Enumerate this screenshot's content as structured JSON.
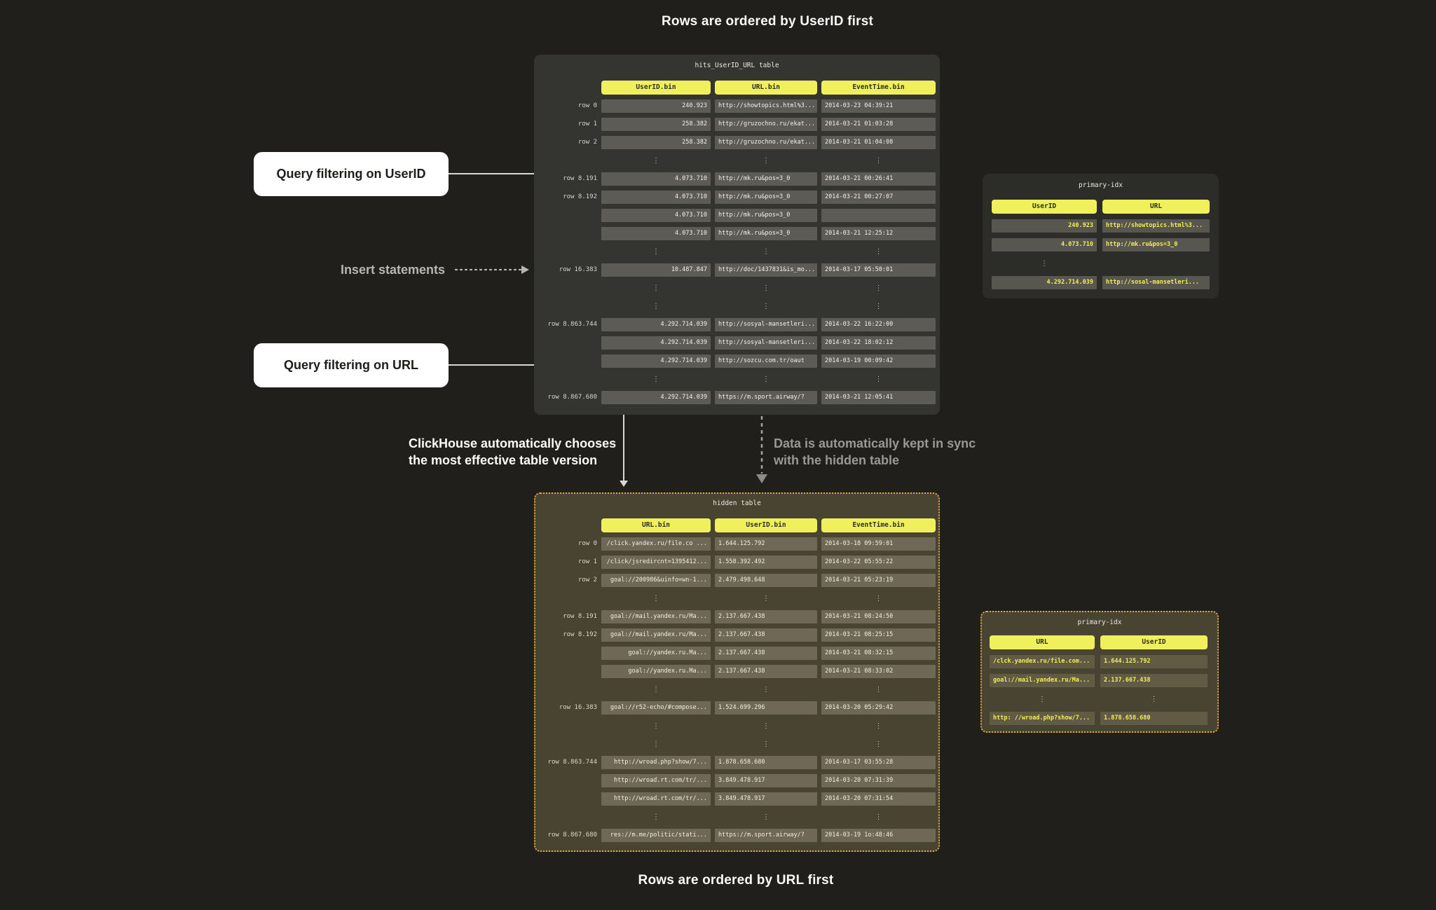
{
  "captions": {
    "top": "Rows are ordered by UserID first",
    "bottom": "Rows are ordered by URL first"
  },
  "labels": {
    "query_filtering_userid": "Query filtering on UserID",
    "query_filtering_url": "Query filtering on URL",
    "insert_statements": "Insert statements",
    "auto_line1": "ClickHouse automatically chooses",
    "auto_line2": "the most effective table version",
    "sync_line1": "Data is automatically kept in sync",
    "sync_line2": "with the hidden table"
  },
  "colors": {
    "background": "#211f1c",
    "panel_dark": "#343431",
    "panel_olive": "#494332",
    "cell_dark": "#5c5b56",
    "cell_olive": "#6f6857",
    "cell_idx_dark": "#57564f",
    "cell_idx_olive": "#615b46",
    "header_yellow": "#eff05c",
    "value_yellow": "#f1ee55",
    "dotted_border": "#dfa63c",
    "callout_bg": "#ffffff"
  },
  "tables": {
    "main": {
      "title": "hits_UserID_URL table",
      "columns": [
        "UserID.bin",
        "URL.bin",
        "EventTime.bin"
      ],
      "rows": [
        {
          "label": "row 0",
          "cells": [
            "240.923",
            "http://showtopics.html%3...",
            "2014-03-23 04:39:21"
          ]
        },
        {
          "label": "row 1",
          "cells": [
            "258.382",
            "http://gruzochno.ru/ekat...",
            "2014-03-21 01:03:28"
          ]
        },
        {
          "label": "row 2",
          "cells": [
            "258.382",
            "http://gruzochno.ru/ekat...",
            "2014-03-21 01:04:08"
          ]
        },
        {
          "type": "dots",
          "cells": [
            "⋮",
            "⋮",
            "⋮"
          ]
        },
        {
          "label": "row 8.191",
          "cells": [
            "4.073.710",
            "http://mk.ru&pos=3_0",
            "2014-03-21 00:26:41"
          ]
        },
        {
          "label": "row 8.192",
          "cells": [
            "4.073.710",
            "http://mk.ru&pos=3_0",
            "2014-03-21 00:27:07"
          ]
        },
        {
          "label": "",
          "cells": [
            "4.073.710",
            "http://mk.ru&pos=3_0",
            ""
          ]
        },
        {
          "label": "",
          "cells": [
            "4.073.710",
            "http://mk.ru&pos=3_0",
            "2014-03-21 12:25:12"
          ]
        },
        {
          "type": "dots",
          "cells": [
            "⋮",
            "⋮",
            "⋮"
          ]
        },
        {
          "label": "row 16.383",
          "cells": [
            "10.487.847",
            "http://doc/1437831&is_mo...",
            "2014-03-17 05:50:01"
          ]
        },
        {
          "type": "dots",
          "cells": [
            "⋮",
            "⋮",
            "⋮"
          ]
        },
        {
          "type": "dots",
          "cells": [
            "⋮",
            "⋮",
            "⋮"
          ]
        },
        {
          "label": "row 8.863.744",
          "cells": [
            "4.292.714.039",
            "http://sosyal-mansetleri...",
            "2014-03-22 16:22:00"
          ]
        },
        {
          "label": "",
          "cells": [
            "4.292.714.039",
            "http://sosyal-mansetleri...",
            "2014-03-22 18:02:12"
          ]
        },
        {
          "label": "",
          "cells": [
            "4.292.714.039",
            "http://sozcu.com.tr/oaut",
            "2014-03-19 00:09:42"
          ]
        },
        {
          "type": "dots",
          "cells": [
            "⋮",
            "⋮",
            "⋮"
          ]
        },
        {
          "label": "row 8.867.680",
          "cells": [
            "4.292.714.039",
            "https://m.sport.airway/?",
            "2014-03-21 12:05:41"
          ]
        }
      ]
    },
    "hidden": {
      "title": "hidden table",
      "columns": [
        "URL.bin",
        "UserID.bin",
        "EventTime.bin"
      ],
      "rows": [
        {
          "label": "row 0",
          "cells": [
            "/click.yandex.ru/file.co ...",
            "1.644.125.792",
            "2014-03-18 09:59:01"
          ]
        },
        {
          "label": "row 1",
          "cells": [
            "/click/jsredircnt=1395412...",
            "1.558.392.492",
            "2014-03-22 05:55:22"
          ]
        },
        {
          "label": "row 2",
          "cells": [
            "goal://200986&uinfo=wn-1...",
            "2.479.498.648",
            "2014-03-21 05:23:19"
          ]
        },
        {
          "type": "dots",
          "cells": [
            "⋮",
            "⋮",
            "⋮"
          ]
        },
        {
          "label": "row 8.191",
          "cells": [
            "goal://mail.yandex.ru/Ma...",
            "2.137.667.438",
            "2014-03-21 08:24:50"
          ]
        },
        {
          "label": "row 8.192",
          "cells": [
            "goal://mail.yandex.ru/Ma...",
            "2.137.667.438",
            "2014-03-21 08:25:15"
          ]
        },
        {
          "label": "",
          "cells": [
            "goal://yandex.ru.Ma...",
            "2.137.667.438",
            "2014-03-21 08:32:15"
          ]
        },
        {
          "label": "",
          "cells": [
            "goal://yandex.ru.Ma...",
            "2.137.667.438",
            "2014-03-21 08:33:02"
          ]
        },
        {
          "type": "dots",
          "cells": [
            "⋮",
            "⋮",
            "⋮"
          ]
        },
        {
          "label": "row 16.383",
          "cells": [
            "goal://r52-echo/#compose...",
            "1.524.699.296",
            "2014-03-20 05:29:42"
          ]
        },
        {
          "type": "dots",
          "cells": [
            "⋮",
            "⋮",
            "⋮"
          ]
        },
        {
          "type": "dots",
          "cells": [
            "⋮",
            "⋮",
            "⋮"
          ]
        },
        {
          "label": "row 8.863.744",
          "cells": [
            "http://wroad.php?show/7...",
            "1.878.658.680",
            "2014-03-17 03:55:28"
          ]
        },
        {
          "label": "",
          "cells": [
            "http://wroad.rt.com/tr/...",
            "3.849.478.917",
            "2014-03-20 07:31:39"
          ]
        },
        {
          "label": "",
          "cells": [
            "http://wroad.rt.com/tr/...",
            "3.849.478.917",
            "2014-03-20 07:31:54"
          ]
        },
        {
          "type": "dots",
          "cells": [
            "⋮",
            "⋮",
            "⋮"
          ]
        },
        {
          "label": "row 8.867.680",
          "cells": [
            "res://m.me/politic/stati...",
            "https://m.sport.airway/?",
            "2014-03-19 1o:48:46"
          ]
        }
      ]
    },
    "idx_top": {
      "title": "primary-idx",
      "columns": [
        "UserID",
        "URL"
      ],
      "rows": [
        {
          "cells": [
            "240.923",
            "http://showtopics.html%3..."
          ]
        },
        {
          "cells": [
            "4.073.710",
            "http://mk.ru&pos=3_0"
          ]
        },
        {
          "type": "dots",
          "cells": [
            "⋮",
            ""
          ]
        },
        {
          "cells": [
            "4.292.714.039",
            "http://sosal-mansetleri..."
          ]
        }
      ]
    },
    "idx_bottom": {
      "title": "primary-idx",
      "columns": [
        "URL",
        "UserID"
      ],
      "rows": [
        {
          "cells": [
            "/clck.yandex.ru/file.com...",
            "1.644.125.792"
          ]
        },
        {
          "cells": [
            "goal://mail.yandex.ru/Ma...",
            "2.137.667.438"
          ]
        },
        {
          "type": "dots",
          "cells": [
            "⋮",
            "⋮"
          ]
        },
        {
          "cells": [
            "http: //wroad.php?show/7...",
            "1.878.658.680"
          ]
        }
      ]
    }
  }
}
